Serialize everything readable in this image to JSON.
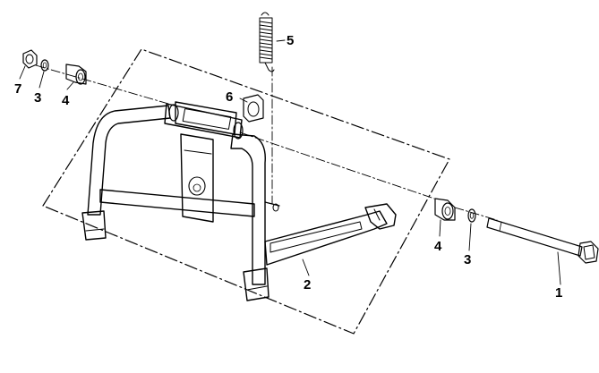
{
  "diagram": {
    "callouts": [
      {
        "id": "callout-1",
        "text": "1"
      },
      {
        "id": "callout-2",
        "text": "2"
      },
      {
        "id": "callout-3-left",
        "text": "3"
      },
      {
        "id": "callout-3-right",
        "text": "3"
      },
      {
        "id": "callout-4-left",
        "text": "4"
      },
      {
        "id": "callout-4-right",
        "text": "4"
      },
      {
        "id": "callout-5",
        "text": "5"
      },
      {
        "id": "callout-6",
        "text": "6"
      },
      {
        "id": "callout-7",
        "text": "7"
      }
    ]
  }
}
